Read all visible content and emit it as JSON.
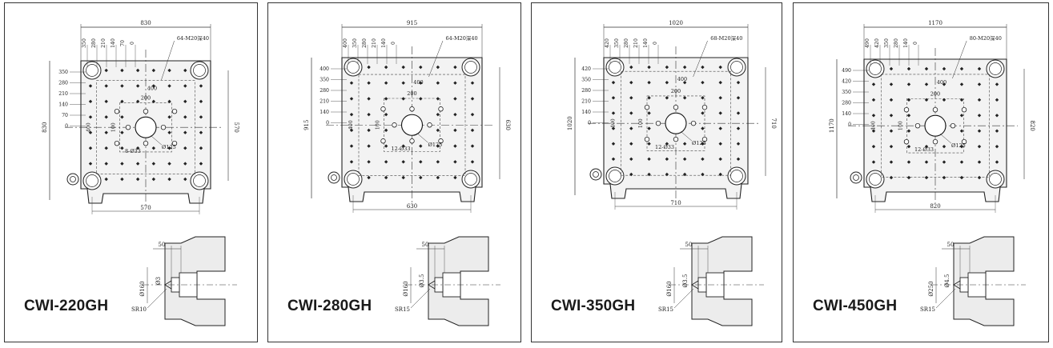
{
  "panels": [
    {
      "model": "CWI-220GH",
      "overall_width": "830",
      "overall_height": "830",
      "tiebar_spacing": "570",
      "top_dims": [
        "350",
        "280",
        "210",
        "140",
        "70",
        "0"
      ],
      "left_dims": [
        "350",
        "280",
        "210",
        "140",
        "70",
        "0"
      ],
      "thread_note": "64-M20深40",
      "inner_400": "400",
      "inner_200": "200",
      "inner_100": "100",
      "holes_note": "8-Ø33",
      "center_hole": "Ø125",
      "nozzle_offset": "50",
      "nozzle_dia": "Ø160",
      "nozzle_orifice": "Ø3",
      "nozzle_radius": "SR10"
    },
    {
      "model": "CWI-280GH",
      "overall_width": "915",
      "overall_height": "915",
      "tiebar_spacing": "630",
      "top_dims": [
        "400",
        "350",
        "280",
        "210",
        "140",
        "0"
      ],
      "left_dims": [
        "400",
        "350",
        "280",
        "210",
        "140",
        "0"
      ],
      "thread_note": "64-M20深40",
      "inner_400": "400",
      "inner_200": "200",
      "inner_100": "100",
      "holes_note": "12-Ø33",
      "center_hole": "Ø125",
      "nozzle_offset": "50",
      "nozzle_dia": "Ø160",
      "nozzle_orifice": "Ø3.5",
      "nozzle_radius": "SR15"
    },
    {
      "model": "CWI-350GH",
      "overall_width": "1020",
      "overall_height": "1020",
      "tiebar_spacing": "710",
      "top_dims": [
        "420",
        "350",
        "280",
        "210",
        "140",
        "0"
      ],
      "left_dims": [
        "420",
        "350",
        "280",
        "210",
        "140",
        "0"
      ],
      "thread_note": "68-M20深40",
      "inner_400": "400",
      "inner_200": "200",
      "inner_100": "100",
      "holes_note": "12-Ø33",
      "center_hole": "Ø125",
      "nozzle_offset": "50",
      "nozzle_dia": "Ø160",
      "nozzle_orifice": "Ø3.5",
      "nozzle_radius": "SR15"
    },
    {
      "model": "CWI-450GH",
      "overall_width": "1170",
      "overall_height": "1170",
      "tiebar_spacing": "820",
      "top_dims": [
        "490",
        "420",
        "350",
        "280",
        "140",
        "0"
      ],
      "left_dims": [
        "490",
        "420",
        "350",
        "280",
        "140",
        "0"
      ],
      "thread_note": "80-M20深40",
      "inner_400": "400",
      "inner_200": "200",
      "inner_100": "100",
      "holes_note": "12-Ø33",
      "center_hole": "Ø125",
      "nozzle_offset": "50",
      "nozzle_dia": "Ø250",
      "nozzle_orifice": "Ø4.5",
      "nozzle_radius": "SR15"
    }
  ]
}
